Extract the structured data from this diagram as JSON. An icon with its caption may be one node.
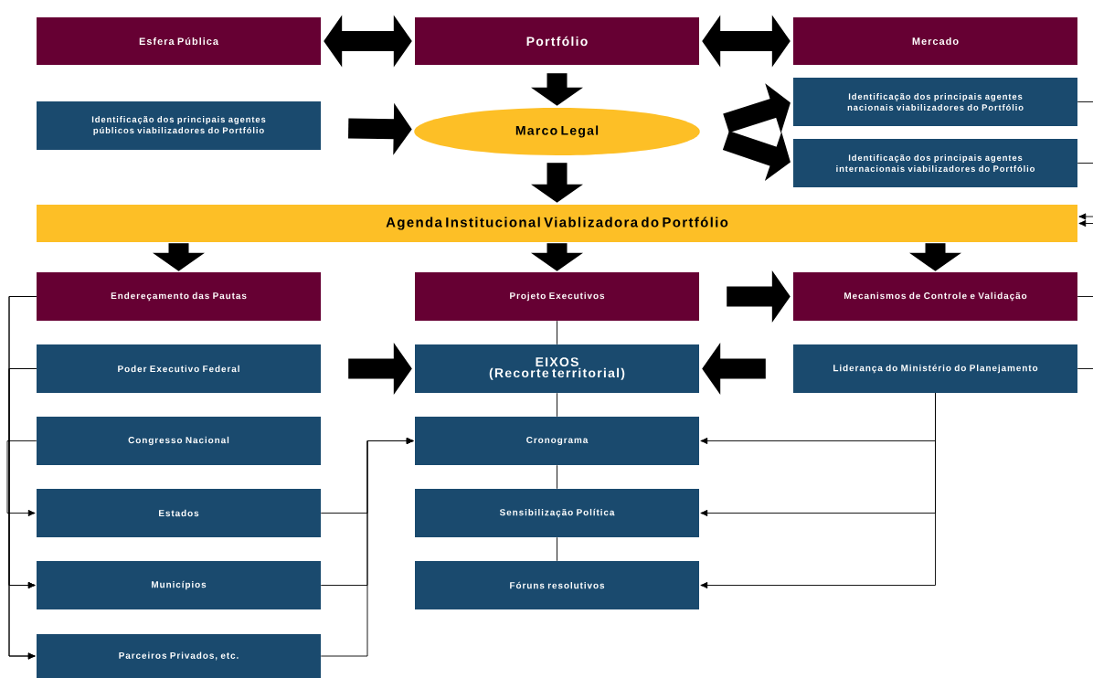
{
  "diagram": {
    "nodes": [
      {
        "text": [
          "Esfera Pública"
        ]
      },
      {
        "text": [
          "Portfólio"
        ]
      },
      {
        "text": [
          "Mercado"
        ]
      },
      {
        "text": [
          "Identificação dos principais agentes públicos viabilizadores do Portfólio"
        ]
      },
      {
        "text": [
          "Marco Legal"
        ]
      },
      {
        "text": [
          "Identificação dos principais agentes nacionais viabilizadores do Portfólio"
        ]
      },
      {
        "text": [
          "Identificação dos principais agentes internacionais viabilizadores do Portfólio"
        ]
      },
      {
        "text": [
          "Agenda Institucional Viablizadora do Portfólio"
        ]
      },
      {
        "text": [
          "Endereçamento das Pautas"
        ]
      },
      {
        "text": [
          "Projeto Executivos"
        ]
      },
      {
        "text": [
          "Mecanismos de Controle e Validação"
        ]
      },
      {
        "text": [
          "Poder Executivo Federal"
        ]
      },
      {
        "text": [
          "EIXOS",
          "(Recorte territorial)"
        ]
      },
      {
        "text": [
          "Liderança do Ministério do Planejamento"
        ]
      },
      {
        "text": [
          "Congresso Nacional"
        ]
      },
      {
        "text": [
          "Cronograma"
        ]
      },
      {
        "text": [
          "Estados"
        ]
      },
      {
        "text": [
          "Sensibilização Política"
        ]
      },
      {
        "text": [
          "Municípios"
        ]
      },
      {
        "text": [
          "Fóruns resolutivos"
        ]
      },
      {
        "text": [
          "Parceiros Privados, etc."
        ]
      }
    ],
    "edges": [
      {
        "from": 0,
        "to": 1,
        "arrow": "both",
        "style": "thick"
      },
      {
        "from": 1,
        "to": 2,
        "arrow": "both",
        "style": "thick"
      },
      {
        "from": 1,
        "to": 4,
        "arrow": "to",
        "style": "thick"
      },
      {
        "from": 3,
        "to": 4,
        "arrow": "to",
        "style": "thick"
      },
      {
        "from": 4,
        "to": 5,
        "arrow": "to",
        "style": "thick"
      },
      {
        "from": 4,
        "to": 6,
        "arrow": "to",
        "style": "thick"
      },
      {
        "from": 4,
        "to": 7,
        "arrow": "to",
        "style": "thick"
      },
      {
        "from": 7,
        "to": 8,
        "arrow": "to",
        "style": "thick"
      },
      {
        "from": 7,
        "to": 9,
        "arrow": "to",
        "style": "thick"
      },
      {
        "from": 7,
        "to": 10,
        "arrow": "to",
        "style": "thick"
      },
      {
        "from": 9,
        "to": 10,
        "arrow": "to",
        "style": "thick"
      },
      {
        "from": 11,
        "to": 12,
        "arrow": "to",
        "style": "thick"
      },
      {
        "from": 13,
        "to": 12,
        "arrow": "to",
        "style": "thick"
      },
      {
        "from": 9,
        "to": 12,
        "arrow": "none"
      },
      {
        "from": 12,
        "to": 15,
        "arrow": "none"
      },
      {
        "from": 15,
        "to": 17,
        "arrow": "none"
      },
      {
        "from": 17,
        "to": 19,
        "arrow": "none"
      },
      {
        "from": 5,
        "to": null,
        "arrow": "none"
      },
      {
        "from": 6,
        "to": null,
        "arrow": "none"
      },
      {
        "from": 10,
        "to": null,
        "arrow": "none"
      },
      {
        "from": 13,
        "to": null,
        "arrow": "none"
      },
      {
        "from": null,
        "to": 7,
        "arrow": "to"
      },
      {
        "from": null,
        "to": 7,
        "arrow": "to"
      },
      {
        "from": 8,
        "to": 18,
        "arrow": "to"
      },
      {
        "from": 8,
        "to": 20,
        "arrow": "to"
      },
      {
        "from": 11,
        "to": 18,
        "arrow": "to"
      },
      {
        "from": 11,
        "to": 20,
        "arrow": "to"
      },
      {
        "from": 14,
        "to": 16,
        "arrow": "to"
      },
      {
        "from": 16,
        "to": 15,
        "arrow": "to"
      },
      {
        "from": 18,
        "to": 15,
        "arrow": "to"
      },
      {
        "from": 20,
        "to": 15,
        "arrow": "to"
      },
      {
        "from": 13,
        "to": 15,
        "arrow": "to"
      },
      {
        "from": 13,
        "to": 17,
        "arrow": "to"
      },
      {
        "from": 13,
        "to": 19,
        "arrow": "to"
      }
    ]
  }
}
